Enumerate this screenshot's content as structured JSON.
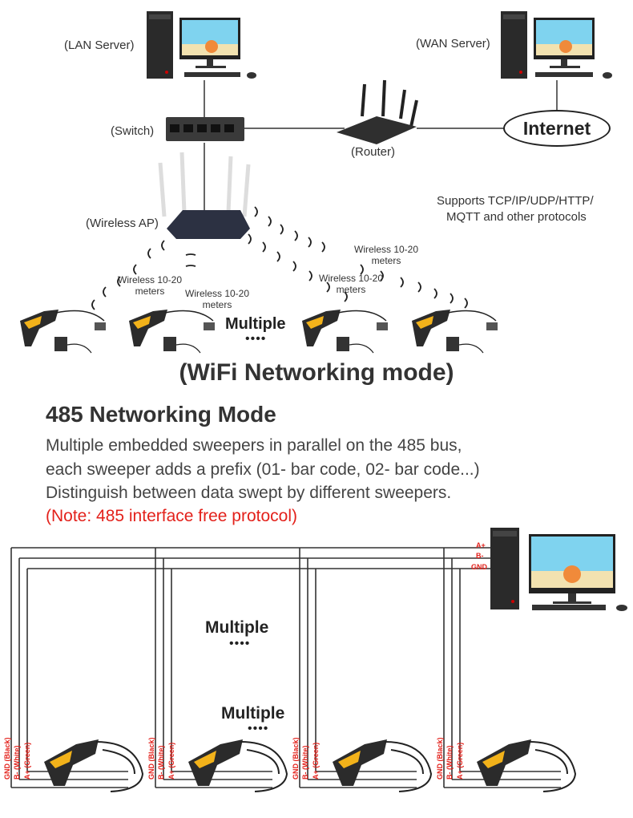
{
  "wifi": {
    "lan_server": "(LAN Server)",
    "wan_server": "(WAN Server)",
    "switch": "(Switch)",
    "router": "(Router)",
    "internet": "Internet",
    "wireless_ap": "(Wireless AP)",
    "protocols_line1": "Supports TCP/IP/UDP/HTTP/",
    "protocols_line2": "MQTT and other protocols",
    "range_a_1": "Wireless 10-20",
    "range_a_2": "meters",
    "range_b_1": "Wireless 10-20",
    "range_b_2": "meters",
    "range_c_1": "Wireless 10-20",
    "range_c_2": "meters",
    "range_d_1": "Wireless 10-20",
    "range_d_2": "meters",
    "multiple": "Multiple",
    "dots": "••••",
    "title": "(WiFi Networking mode)"
  },
  "rs485": {
    "title": "485 Networking Mode",
    "line1": "Multiple embedded sweepers in parallel on the 485 bus,",
    "line2": "each sweeper adds a prefix (01- bar code, 02- bar code...)",
    "line3": "Distinguish between data swept by different sweepers.",
    "note": "(Note: 485 interface free protocol)",
    "bus_a": "A+",
    "bus_b": "B-",
    "bus_gnd": "GND",
    "multiple_1": "Multiple",
    "multiple_2": "Multiple",
    "dots": "••••",
    "wire_gnd": "GND (Black)",
    "wire_b": "B- (White)",
    "wire_a": "A+ (Green)"
  },
  "colors": {
    "accent_red": "#e3211b",
    "scanner_yellow": "#f2b21a",
    "device_dark": "#2b2b2b"
  }
}
